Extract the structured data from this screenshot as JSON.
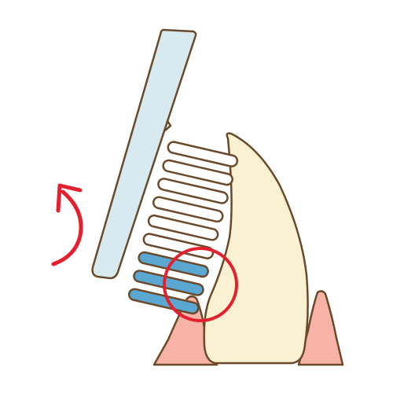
{
  "illustration": {
    "subject": "toothbrush-bristles-at-gumline",
    "colors": {
      "outline": "#6b4a2b",
      "brush_handle": "#d6eaf0",
      "bristle_white": "#ffffff",
      "bristle_blue": "#5aa8d2",
      "tooth": "#faf1d2",
      "gum": "#f6b3a6",
      "highlight_circle": "#e5202e",
      "motion_arrow": "#e5202e"
    },
    "bristle_rows": {
      "white_count": 6,
      "blue_count": 3
    },
    "icons": {
      "motion": "curved-arrow-icon",
      "focus": "highlight-circle-icon"
    }
  }
}
